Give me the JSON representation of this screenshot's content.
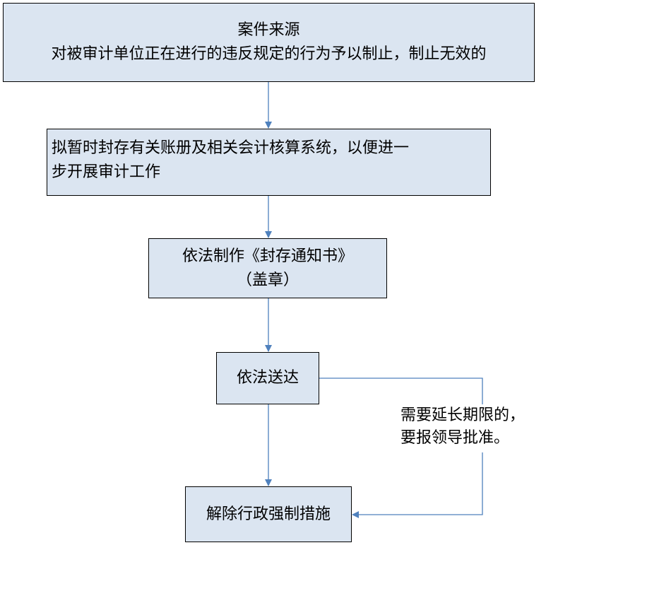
{
  "flowchart": {
    "step1": {
      "line1": "案件来源",
      "line2": "对被审计单位正在进行的违反规定的行为予以制止，制止无效的"
    },
    "step2": {
      "line1": "拟暂时封存有关账册及相关会计核算系统，以便进一",
      "line2": "步开展审计工作"
    },
    "step3": {
      "line1": "依法制作《封存通知书》",
      "line2": "（盖章）"
    },
    "step4": {
      "label": "依法送达"
    },
    "step5": {
      "label": "解除行政强制措施"
    },
    "side_note": {
      "line1": "需要延长期限的，",
      "line2": "要报领导批准。"
    }
  },
  "colors": {
    "box_fill": "#dbe5f1",
    "box_border": "#000000",
    "connector": "#4f81bd"
  }
}
